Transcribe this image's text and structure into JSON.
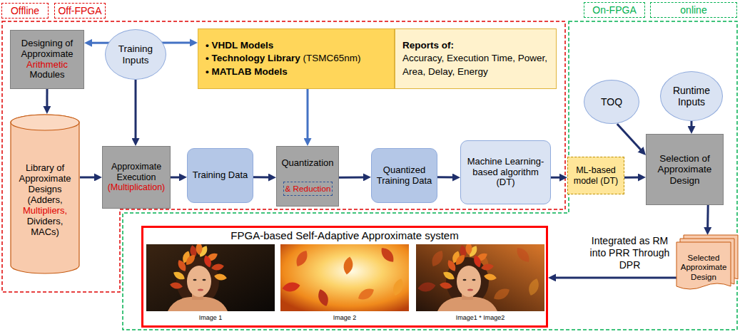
{
  "diagram": {
    "nodes": [
      {
        "text": [
          "Offline"
        ]
      },
      {
        "text": [
          "Off-FPGA"
        ]
      },
      {
        "text": [
          "On-FPGA"
        ]
      },
      {
        "text": [
          "online"
        ]
      },
      {
        "text": [
          "Designing of Approximate Arithmetic Modules"
        ]
      },
      {
        "text": [
          "• VHDL Models",
          "• Technology Library (TSMC65nm)",
          "• MATLAB Models"
        ]
      },
      {
        "text": [
          "Reports of:",
          "Accuracy, Execution Time, Power, Area, Delay, Energy"
        ]
      },
      {
        "text": [
          "Training Inputs"
        ]
      },
      {
        "text": [
          "Library of Approximate Designs (Adders, Multipliers, Dividers, MACs)"
        ]
      },
      {
        "text": [
          "Approximate Execution (Multiplication)"
        ]
      },
      {
        "text": [
          "Training Data"
        ]
      },
      {
        "text": [
          "Quantization"
        ]
      },
      {
        "text": [
          "& Reduction"
        ],
        "in": 11
      },
      {
        "text": [
          "Quantized Training Data"
        ]
      },
      {
        "text": [
          "Machine Learning-based algorithm (DT)"
        ]
      },
      {
        "text": [
          "TOQ"
        ]
      },
      {
        "text": [
          "Runtime Inputs"
        ]
      },
      {
        "text": [
          "ML-based model (DT)"
        ]
      },
      {
        "text": [
          "Selection of Approximate Design"
        ]
      },
      {
        "text": [
          "Selected Approximate Design"
        ]
      },
      {
        "text": [
          "FPGA-based Self-Adaptive Approximate system",
          "Image 1",
          "Image 2",
          "Image1 * Image2"
        ]
      }
    ],
    "edges": [
      {
        "from": 4,
        "to": 5,
        "arrow": "both"
      },
      {
        "from": 4,
        "to": 8,
        "arrow": "to"
      },
      {
        "from": 7,
        "to": 9,
        "arrow": "to"
      },
      {
        "from": 8,
        "to": 9,
        "arrow": "to"
      },
      {
        "from": 9,
        "to": 10,
        "arrow": "to"
      },
      {
        "from": 10,
        "to": 11,
        "arrow": "to"
      },
      {
        "from": 5,
        "to": 11,
        "arrow": "to"
      },
      {
        "from": 11,
        "to": 13,
        "arrow": "to"
      },
      {
        "from": 13,
        "to": 14,
        "arrow": "to"
      },
      {
        "from": 14,
        "to": 17,
        "arrow": "to"
      },
      {
        "from": 17,
        "to": 18,
        "arrow": "to"
      },
      {
        "from": 15,
        "to": 18,
        "arrow": "to"
      },
      {
        "from": 16,
        "to": 18,
        "arrow": "to"
      },
      {
        "from": 18,
        "to": 19,
        "arrow": "to"
      },
      {
        "from": 19,
        "to": 20,
        "arrow": "to",
        "label": "Integrated as RM into PRR Through DPR"
      }
    ]
  }
}
